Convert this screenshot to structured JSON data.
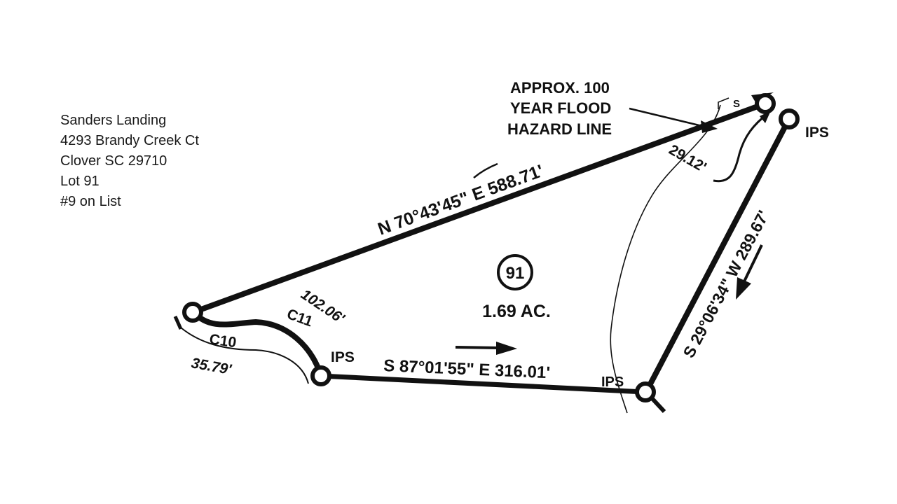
{
  "info": {
    "lines": [
      "Sanders Landing",
      "4293 Brandy Creek Ct",
      "Clover SC 29710",
      "Lot 91",
      "#9 on List"
    ]
  },
  "plat": {
    "lot_number": "91",
    "area": "1.69 AC.",
    "north_line": "N 70°43'45\" E  588.71'",
    "east_line": "S 29°06'34\" W  289.67'",
    "south_line": "S 87°01'55\" E  316.01'",
    "curve_c11": "C11",
    "curve_c11_length": "102.06'",
    "curve_c10": "C10",
    "curve_c10_length": "35.79'",
    "flood_line_note": [
      "APPROX. 100",
      "YEAR FLOOD",
      "HAZARD LINE"
    ],
    "flood_distance": "29.12'",
    "ips_labels": [
      "IPS",
      "IPS",
      "IPS"
    ],
    "s_mark": "S",
    "colors": {
      "ink": "#111111",
      "text": "#1a1a1a"
    }
  }
}
